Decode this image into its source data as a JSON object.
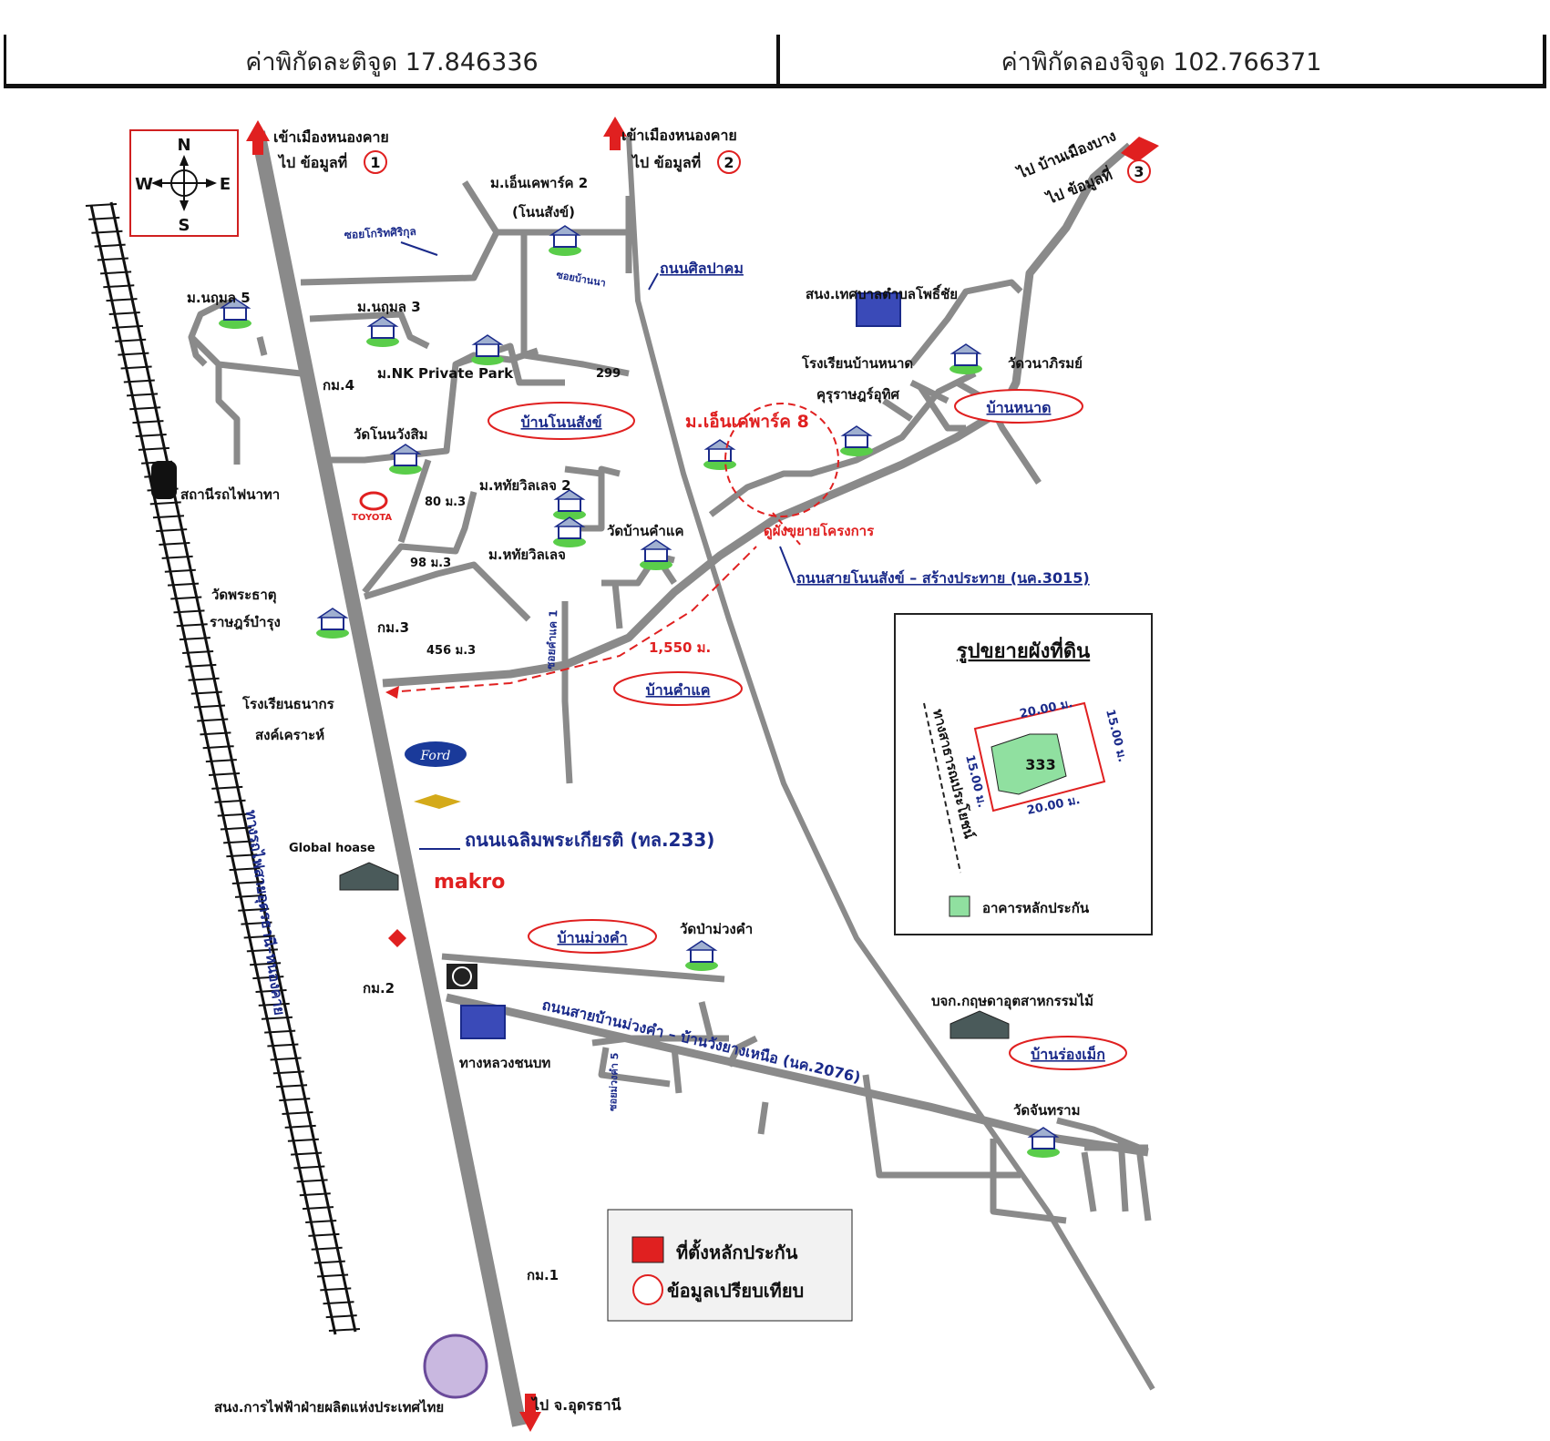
{
  "header": {
    "lat_label": "ค่าพิกัดละติจูด 17.846336",
    "lon_label": "ค่าพิกัดลองจิจูด 102.766371"
  },
  "compass": {
    "n": "N",
    "s": "S",
    "e": "E",
    "w": "W"
  },
  "arrows": {
    "to_nongkhai_1_a": "เข้าเมืองหนองคาย",
    "to_nongkhai_1_b": "ไป ข้อมูลที่",
    "num_1": "1",
    "to_nongkhai_2_a": "เข้าเมืองหนองคาย",
    "to_nongkhai_2_b": "ไป ข้อมูลที่",
    "num_2": "2",
    "to_muangbang_a": "ไป บ้านเมืองบาง",
    "to_muangbang_b": "ไป ข้อมูลที่",
    "num_3": "3",
    "to_udon": "ไป จ.อุดรธานี"
  },
  "labels": {
    "m_encepark2_a": "ม.เอ็นเคพาร์ค 2",
    "m_encepark2_b": "(โนนสังข์)",
    "soi_korit": "ซอยโกริทศิริกุล",
    "soi_bannaa": "ซอยบ้านนา",
    "rd_silpakhom": "ถนนศิลปาคม",
    "m_nudmon5": "ม.นฤมล 5",
    "m_nudmon3": "ม.นฤมล 3",
    "m_nk_private": "ม.NK Private Park",
    "km4": "กม.4",
    "n299": "299",
    "wat_nonwangsim": "วัดโนนวังสิม",
    "ban_nonsang": "บ้านโนนสังข์",
    "m_encepark8": "ม.เอ็นเคพาร์ค 8",
    "station": "สถานีรถไฟนาทา",
    "toyota": "TOYOTA",
    "n80": "80 ม.3",
    "m_hatai2": "ม.หทัยวิลเลจ 2",
    "m_hatai": "ม.หทัยวิลเลจ",
    "wat_khamkhae": "วัดบ้านคำแค",
    "n98": "98 ม.3",
    "soi_khamkhae1": "ซอยคำแค 1",
    "expand_project": "ดูผังขยายโครงการ",
    "rd_3015": "ถนนสายโนนสังข์ – สร้างประทาย (นค.3015)",
    "wat_phrathat_a": "วัดพระธาตุ",
    "wat_phrathat_b": "ราษฎร์บำรุง",
    "km3": "กม.3",
    "n456": "456 ม.3",
    "dist": "1,550 ม.",
    "ban_khamkhae": "บ้านคำแค",
    "school_thanakorn_a": "โรงเรียนธนากร",
    "school_thanakorn_b": "สงค์เคราะห์",
    "municipal": "สนง.เทศบาลตำบลโพธิ์ชัย",
    "wat_wana": "วัดวนาภิรมย์",
    "school_bannad_a": "โรงเรียนบ้านหนาด",
    "school_bannad_b": "คุรุราษฎร์อุทิศ",
    "ban_nad": "บ้านหนาด",
    "railway": "ทางรถไฟสายอุดรธานี–หนองคาย",
    "global_house": "Global hoase",
    "makro": "makro",
    "rd_233": "ถนนเฉลิมพระเกียรติ (ทล.233)",
    "ford": "Ford",
    "ban_muangkham": "บ้านม่วงคำ",
    "wat_pamuangkham": "วัดป่าม่วงคำ",
    "km2": "กม.2",
    "highway_dept": "ทางหลวงชนบท",
    "rd_2076": "ถนนสายบ้านม่วงคำ – บ้านวังยางเหนือ (นค.2076)",
    "soi_muangkham5": "ซอยม่วงคำ 5",
    "company": "บจก.กฤษดาอุตสาหกรรมไม้",
    "ban_rongmek": "บ้านร่องเม็ก",
    "wat_chantharam": "วัดจันทราม",
    "km1": "กม.1",
    "egat": "สนง.การไฟฟ้าฝ่ายผลิตแห่งประเทศไทย"
  },
  "inset": {
    "title": "รูปขยายผังที่ดิน",
    "plot_no": "333",
    "side_top": "20.00 ม.",
    "side_bottom": "20.00 ม.",
    "side_left": "15.00 ม.",
    "side_right": "15.00 ม.",
    "road": "ทางสาธารณประโยชน์",
    "legend": "อาคารหลักประกัน"
  },
  "legend": {
    "collateral": "ที่ตั้งหลักประกัน",
    "comparison": "ข้อมูลเปรียบเทียบ"
  },
  "colors": {
    "road": "#808080",
    "arrow": "#e02020",
    "label_blue": "#1a2a8a",
    "plot_green": "#90e0a0"
  }
}
